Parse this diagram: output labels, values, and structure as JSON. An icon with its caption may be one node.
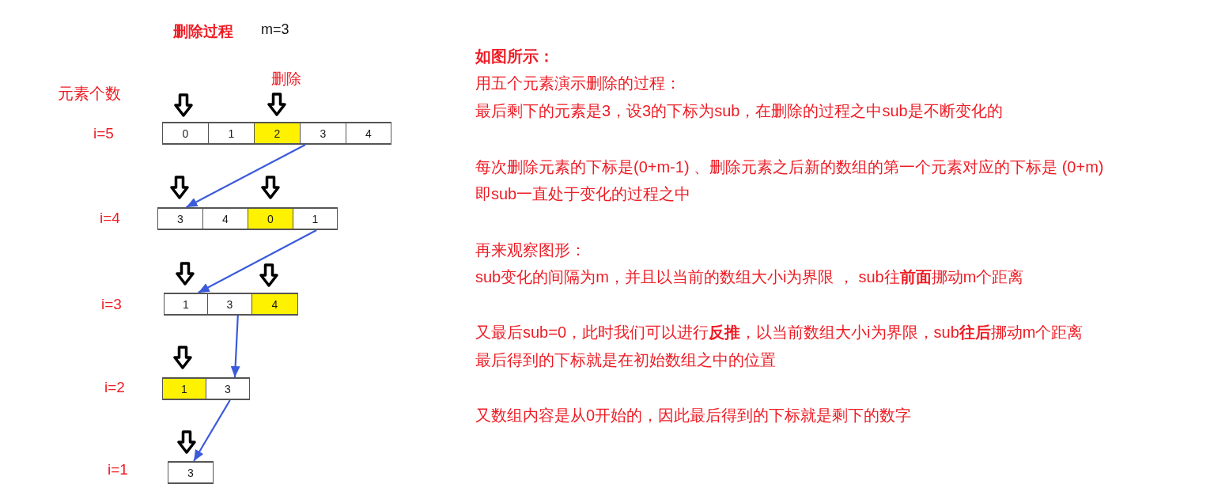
{
  "diagram": {
    "title": "删除过程",
    "nodes": [
      {
        "text": [
          "0"
        ]
      },
      {
        "text": [
          "1"
        ]
      },
      {
        "text": [
          "2"
        ]
      },
      {
        "text": [
          "3"
        ]
      },
      {
        "text": [
          "4"
        ]
      },
      {
        "text": [
          "3"
        ]
      },
      {
        "text": [
          "4"
        ]
      },
      {
        "text": [
          "0"
        ]
      },
      {
        "text": [
          "1"
        ]
      },
      {
        "text": [
          "1"
        ]
      },
      {
        "text": [
          "3"
        ]
      },
      {
        "text": [
          "4"
        ]
      },
      {
        "text": [
          "1"
        ]
      },
      {
        "text": [
          "3"
        ]
      },
      {
        "text": [
          "3"
        ]
      }
    ],
    "edges": [
      {
        "from": 3,
        "to": 5,
        "arrow": "to"
      },
      {
        "from": 8,
        "to": 9,
        "arrow": "to"
      },
      {
        "from": 10,
        "to": 13,
        "arrow": "to"
      },
      {
        "from": 13,
        "to": 14,
        "arrow": "to"
      }
    ],
    "labels": [
      "m=3",
      "删除",
      "元素个数",
      "i=5",
      "i=4",
      "i=3",
      "i=2",
      "i=1",
      "如图所示：",
      "用五个元素演示删除的过程：",
      "最后剩下的元素是3，设3的下标为sub，在删除的过程之中sub是不断变化的",
      "每次删除元素的下标是(0+m-1) 、删除元素之后新的数组的第一个元素对应的下标是 (0+m)",
      "即sub一直处于变化的过程之中",
      "再来观察图形：",
      "sub变化的间隔为m，并且以当前的数组大小i为界限 ， sub往**前面**挪动m个距离",
      "又最后sub=0，此时我们可以进行**反推**，以当前数组大小i为界限，sub**往后**挪动m个距离",
      "最后得到的下标就是在初始数组之中的位置",
      "又数组内容是从0开始的，因此最后得到的下标就是剩下的数字"
    ]
  }
}
